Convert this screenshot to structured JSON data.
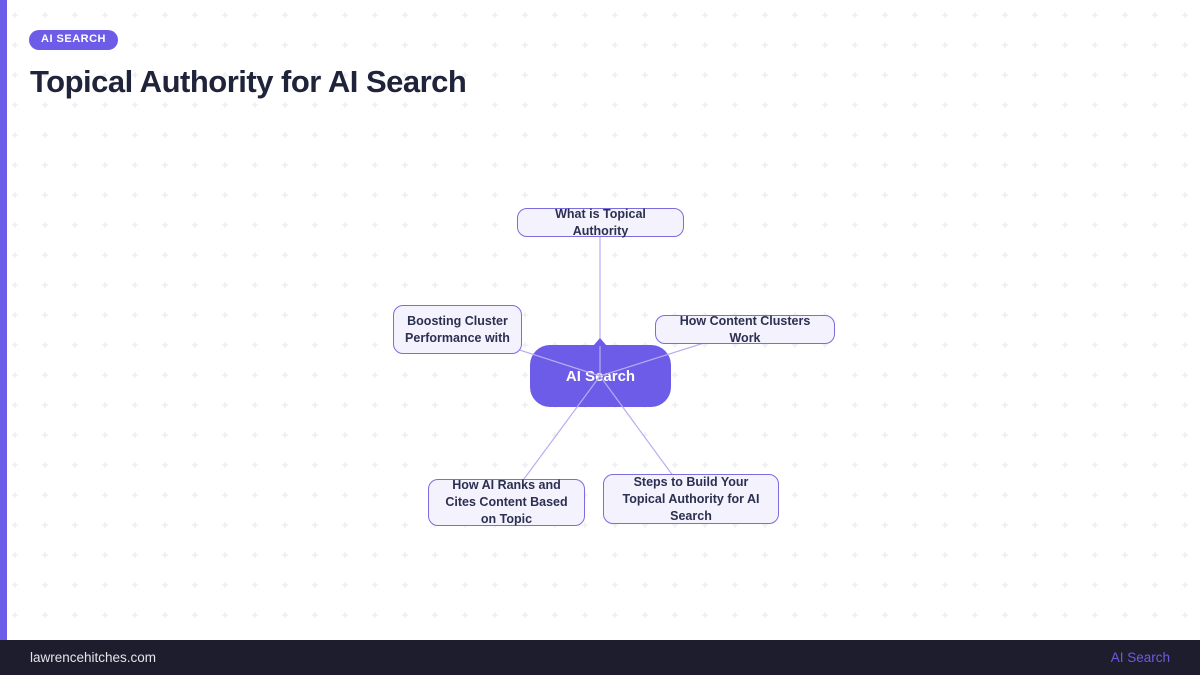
{
  "header": {
    "badge": "AI SEARCH",
    "title": "Topical Authority for AI Search"
  },
  "diagram": {
    "center": {
      "label": "AI Search"
    },
    "nodes": [
      {
        "id": "what-is-topical-authority",
        "label": "What is Topical Authority"
      },
      {
        "id": "boosting-cluster-performance",
        "label": "Boosting Cluster Performance with"
      },
      {
        "id": "how-content-clusters-work",
        "label": "How Content Clusters Work"
      },
      {
        "id": "how-ai-ranks-and-cites",
        "label": "How AI Ranks and Cites Content Based on Topic"
      },
      {
        "id": "steps-to-build-topical-authority",
        "label": "Steps to Build Your Topical Authority for AI Search"
      }
    ]
  },
  "footer": {
    "site": "lawrencehitches.com",
    "tag": "AI Search"
  },
  "colors": {
    "accent_purple": "#6c5ce7",
    "node_fill": "#f4f2fd",
    "node_border": "#7b6ce0",
    "node_text": "#2b3050",
    "connector_line": "#b9adf0",
    "title_text": "#20243a",
    "footer_bg": "#1d1d2d",
    "footer_text": "#e4e4ea",
    "grid_mark": "#ebebf2"
  }
}
